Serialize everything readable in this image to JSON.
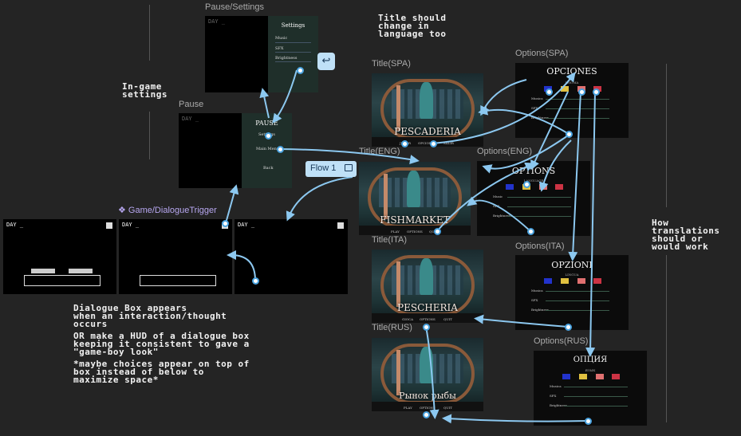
{
  "labels": {
    "pause_settings": "Pause/Settings",
    "pause": "Pause",
    "title_spa": "Title(SPA)",
    "title_eng": "Title(ENG)",
    "title_ita": "Title(ITA)",
    "title_rus": "Title(RUS)",
    "options_spa": "Options(SPA)",
    "options_eng": "Options(ENG)",
    "options_ita": "Options(ITA)",
    "options_rus": "Options(RUS)",
    "game_trigger": "Game/DialogueTrigger"
  },
  "notes": {
    "title_change": "Title should\nchange in\nlanguage too",
    "ingame_settings": "In-game\nsettings",
    "translations": "How\ntranslations\nshould or\nwould work",
    "dialogue": "Dialogue Box appears\nwhen an interaction/thought\noccurs",
    "hud": "OR make a HUD of a dialogue box\nkeeping it consistent to gave a\n\"game-boy look\"",
    "choices": "*maybe choices appear on top of\nbox instead of below to\nmaximize space*"
  },
  "screens": {
    "day": "DAY _",
    "settings": {
      "title": "Settings",
      "music": "Music",
      "sfx": "SFX",
      "brightness": "Brightness"
    },
    "pause": {
      "title": "PAUSE",
      "settings": "Settings",
      "main_menu": "Main Menu",
      "back": "Back"
    }
  },
  "titles": {
    "spa": {
      "name": "PESCADERIA",
      "play": "JUGAR",
      "options": "OPCIONES",
      "quit": "SALIR"
    },
    "eng": {
      "name": "FISHMARKET",
      "play": "PLAY",
      "options": "OPTIONS",
      "quit": "QUIT"
    },
    "ita": {
      "name": "PESCHERIA",
      "play": "GIOCA",
      "options": "OPTIONS",
      "quit": "QUIT"
    },
    "rus": {
      "name": "Рынок рыбы",
      "play": "PLAY",
      "options": "OPTIONS",
      "quit": "QUIT"
    }
  },
  "options": {
    "spa": {
      "title": "OPCIONES",
      "lang": "IDIOMA",
      "music": "Musica",
      "sfx": "SFX",
      "brightness": "Brightness"
    },
    "eng": {
      "title": "OPTIONS",
      "lang": "LANGUAGE",
      "music": "Music",
      "sfx": "SFX",
      "brightness": "Brightness"
    },
    "ita": {
      "title": "OPZIONI",
      "lang": "LINGUA",
      "music": "Musica",
      "sfx": "SFX",
      "brightness": "Brightness"
    },
    "rus": {
      "title": "ОПЦИЯ",
      "lang": "ЯЗЫК",
      "music": "Musica",
      "sfx": "SFX",
      "brightness": "Brightness"
    }
  },
  "flow": {
    "label": "Flow 1"
  },
  "colors": {
    "accent": "#4aa3e0",
    "flag_blue": "#2233cc",
    "flag_yellow": "#e0c040",
    "flag_red": "#cc3344",
    "flag_pink": "#e07070"
  }
}
